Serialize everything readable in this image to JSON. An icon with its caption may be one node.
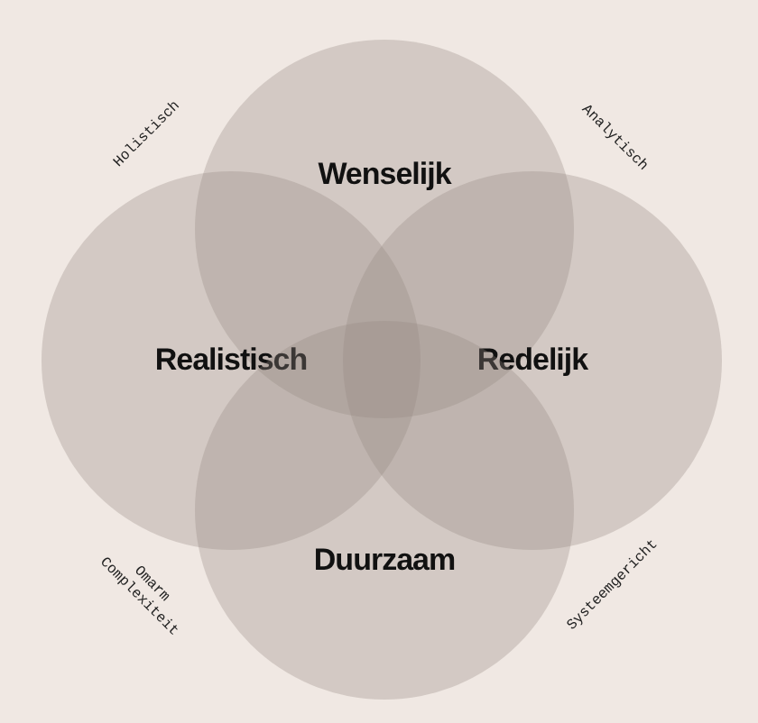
{
  "diagram": {
    "nodes": [
      {
        "text": [
          "Wenselijk"
        ]
      },
      {
        "text": [
          "Realistisch"
        ]
      },
      {
        "text": [
          "Redelijk"
        ]
      },
      {
        "text": [
          "Duurzaam"
        ]
      }
    ],
    "labels": [
      "Holistisch",
      "Analytisch",
      "Omarm Complexiteit",
      "Systeemgericht"
    ]
  }
}
